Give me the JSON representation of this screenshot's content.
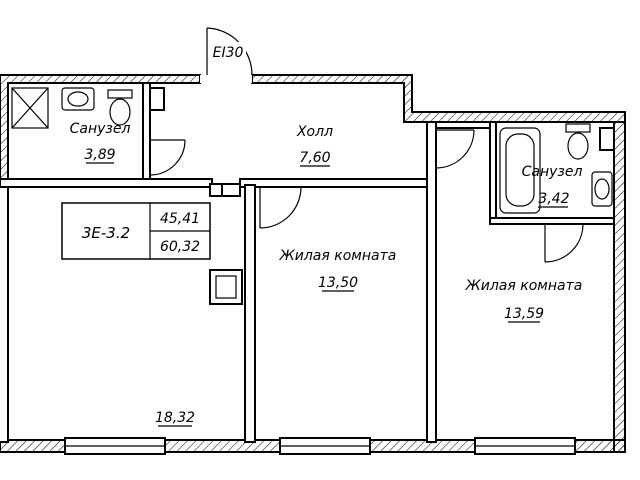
{
  "rooms": {
    "bath_left": {
      "name": "Санузел",
      "area": "3,89"
    },
    "hall": {
      "name": "Холл",
      "area": "7,60"
    },
    "bath_right": {
      "name": "Санузел",
      "area": "3,42"
    },
    "living_1": {
      "name": "Жилая комната",
      "area": "13,50"
    },
    "living_2": {
      "name": "Жилая комната",
      "area": "13,59"
    },
    "kitchen_living": {
      "area": "18,32"
    }
  },
  "door_label": "EI30",
  "apartment": {
    "code": "3Е-3.2",
    "living_area": "45,41",
    "total_area": "60,32"
  }
}
